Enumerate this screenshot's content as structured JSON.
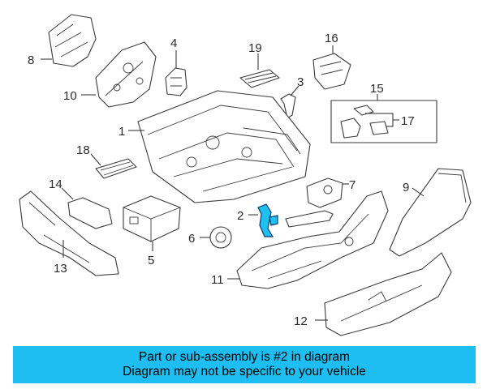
{
  "callouts": [
    {
      "id": "1",
      "label": "1"
    },
    {
      "id": "2",
      "label": "2"
    },
    {
      "id": "3",
      "label": "3"
    },
    {
      "id": "4",
      "label": "4"
    },
    {
      "id": "5",
      "label": "5"
    },
    {
      "id": "6",
      "label": "6"
    },
    {
      "id": "7",
      "label": "7"
    },
    {
      "id": "8",
      "label": "8"
    },
    {
      "id": "9",
      "label": "9"
    },
    {
      "id": "10",
      "label": "10"
    },
    {
      "id": "11",
      "label": "11"
    },
    {
      "id": "12",
      "label": "12"
    },
    {
      "id": "13",
      "label": "13"
    },
    {
      "id": "14",
      "label": "14"
    },
    {
      "id": "15",
      "label": "15"
    },
    {
      "id": "16",
      "label": "16"
    },
    {
      "id": "17",
      "label": "17"
    },
    {
      "id": "18",
      "label": "18"
    },
    {
      "id": "19",
      "label": "19"
    }
  ],
  "highlighted_part": "2",
  "colors": {
    "highlight": "#1ec0f0",
    "banner": "#1ebdf2"
  },
  "banner": {
    "line1": "Part or sub-assembly is #2 in diagram",
    "line2": "Diagram may not be specific to your vehicle"
  }
}
